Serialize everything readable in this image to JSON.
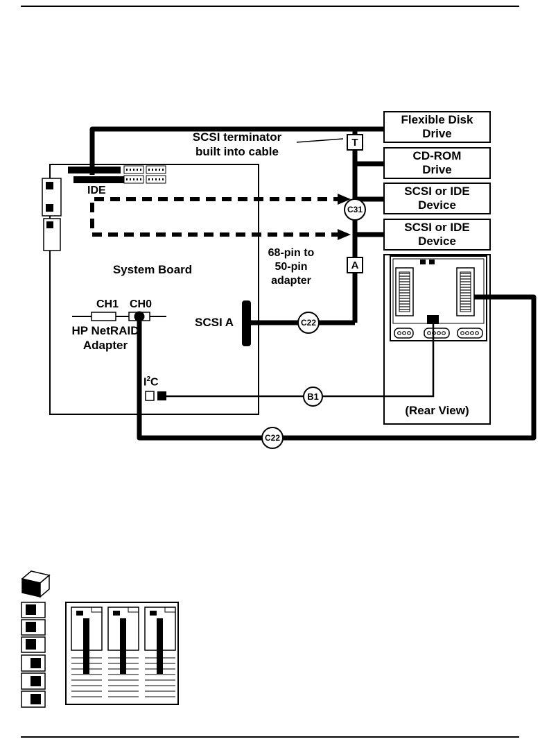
{
  "colors": {
    "ink": "#000000",
    "paper": "#ffffff"
  },
  "diagram": {
    "labels": {
      "scsi_terminator_line1": "SCSI terminator",
      "scsi_terminator_line2": "built into cable",
      "ide": "IDE",
      "system_board": "System Board",
      "pin_adapter_line1": "68-pin to",
      "pin_adapter_line2": "50-pin",
      "pin_adapter_line3": "adapter",
      "ch1": "CH1",
      "ch0": "CH0",
      "netraid_line1": "HP NetRAID",
      "netraid_line2": "Adapter",
      "scsi_a": "SCSI A",
      "i2c_base": "I",
      "i2c_sup": "2",
      "i2c_tail": "C",
      "rear_view": "(Rear View)"
    },
    "devices": [
      {
        "name": "flexible-disk-drive",
        "line1": "Flexible Disk",
        "line2": "Drive"
      },
      {
        "name": "cd-rom-drive",
        "line1": "CD-ROM",
        "line2": "Drive"
      },
      {
        "name": "scsi-or-ide-device-1",
        "line1": "SCSI or IDE",
        "line2": "Device"
      },
      {
        "name": "scsi-or-ide-device-2",
        "line1": "SCSI or IDE",
        "line2": "Device"
      }
    ],
    "markers": {
      "terminator": "T",
      "adapter": "A",
      "c31": "C31",
      "c22_mid": "C22",
      "b1": "B1",
      "c22_bottom": "C22"
    },
    "icons": [
      "scsi-cable",
      "ide-cable-dashed",
      "raid-cable",
      "i2c-cable",
      "scsi-terminator-pointer-line",
      "backplane-graphic"
    ]
  },
  "footer_icons": [
    "disk-module-3d-icon",
    "drive-slot-legend-icon",
    "drive-cage-icon"
  ]
}
